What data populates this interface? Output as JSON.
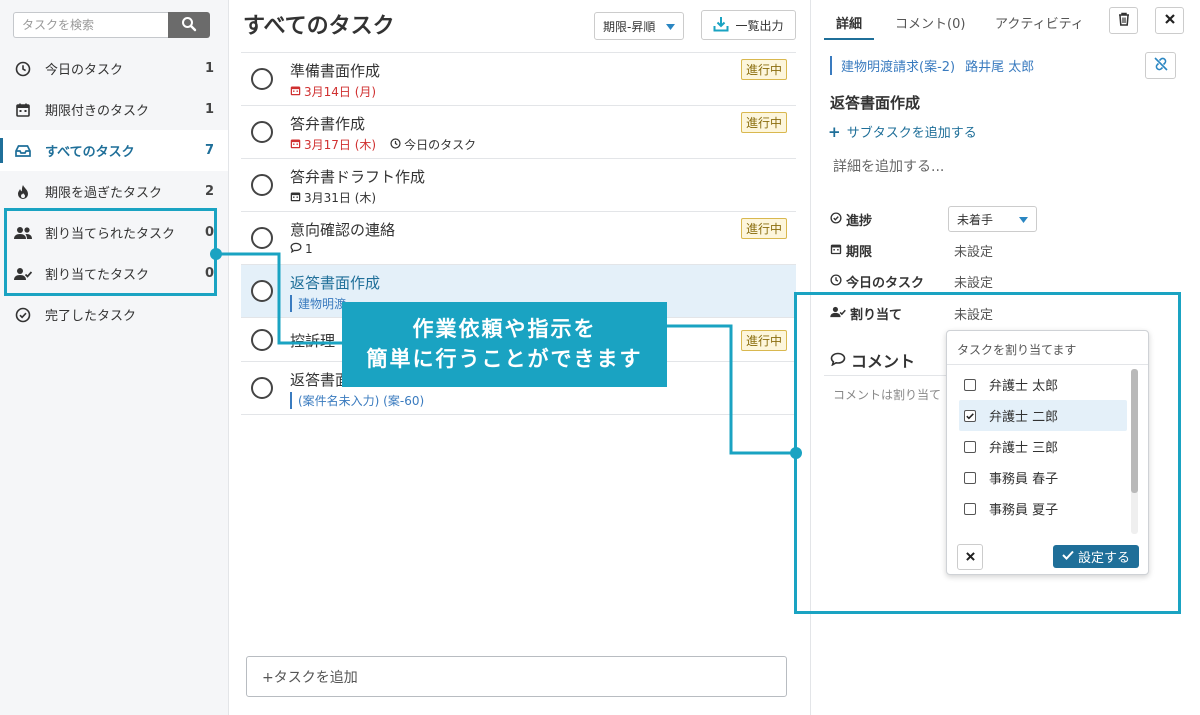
{
  "sidebar": {
    "search_placeholder": "タスクを検索",
    "items": [
      {
        "label": "今日のタスク",
        "count": "1"
      },
      {
        "label": "期限付きのタスク",
        "count": "1"
      },
      {
        "label": "すべてのタスク",
        "count": "7"
      },
      {
        "label": "期限を過ぎたタスク",
        "count": "2"
      },
      {
        "label": "割り当てられたタスク",
        "count": "0"
      },
      {
        "label": "割り当てたタスク",
        "count": "0"
      },
      {
        "label": "完了したタスク",
        "count": ""
      }
    ]
  },
  "main": {
    "title": "すべてのタスク",
    "sort_label": "期限-昇順",
    "export_label": "一覧出力",
    "add_task_placeholder": "+タスクを追加",
    "tasks": [
      {
        "name": "準備書面作成",
        "due": "3月14日 (月)",
        "badge": "進行中"
      },
      {
        "name": "答弁書作成",
        "due": "3月17日 (木)",
        "today": "今日のタスク",
        "badge": "進行中"
      },
      {
        "name": "答弁書ドラフト作成",
        "due": "3月31日 (木)"
      },
      {
        "name": "意向確認の連絡",
        "comments": "1",
        "badge": "進行中"
      },
      {
        "name": "返答書面作成",
        "case": "建物明渡"
      },
      {
        "name": "控訴理",
        "badge": "進行中"
      },
      {
        "name": "返答書面",
        "case": "(案件名未入力) (案-60)"
      }
    ]
  },
  "detail": {
    "tabs": [
      "詳細",
      "コメント(0)",
      "アクティビティ"
    ],
    "case_link": "建物明渡請求(案-2)",
    "case_user": "路井尾 太郎",
    "title": "返答書面作成",
    "add_subtask": "サブタスクを追加する",
    "description_placeholder": "詳細を追加する...",
    "props": {
      "status_label": "進捗",
      "status_value": "未着手",
      "due_label": "期限",
      "due_value": "未設定",
      "today_label": "今日のタスク",
      "today_value": "未設定",
      "assign_label": "割り当て",
      "assign_value": "未設定"
    },
    "comment_heading": "コメント",
    "comment_empty": "コメントは割り当て"
  },
  "assign_popup": {
    "placeholder": "タスクを割り当てます",
    "options": [
      {
        "name": "弁護士 太郎",
        "checked": false
      },
      {
        "name": "弁護士 二郎",
        "checked": true
      },
      {
        "name": "弁護士 三郎",
        "checked": false
      },
      {
        "name": "事務員 春子",
        "checked": false
      },
      {
        "name": "事務員 夏子",
        "checked": false
      }
    ],
    "confirm_label": "設定する"
  },
  "callout": {
    "line1": "作業依頼や指示を",
    "line2": "簡単に行うことができます"
  },
  "colors": {
    "accent": "#1f6f99",
    "highlight": "#1aa3c2",
    "overdue": "#d03030",
    "badge_bg": "#fdf6dc"
  }
}
